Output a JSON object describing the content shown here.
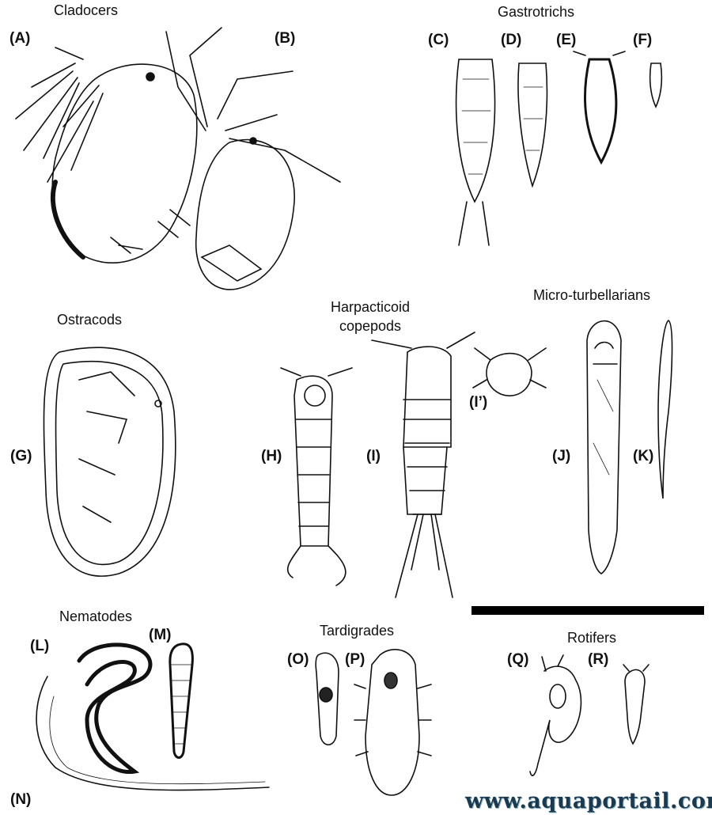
{
  "groups": {
    "cladocers": "Cladocers",
    "gastrotrichs": "Gastrotrichs",
    "ostracods": "Ostracods",
    "harpacticoid_line1": "Harpacticoid",
    "harpacticoid_line2": "copepods",
    "micro_turbellarians": "Micro-turbellarians",
    "nematodes": "Nematodes",
    "tardigrades": "Tardigrades",
    "rotifers": "Rotifers"
  },
  "panels": {
    "A": "(A)",
    "B": "(B)",
    "C": "(C)",
    "D": "(D)",
    "E": "(E)",
    "F": "(F)",
    "G": "(G)",
    "H": "(H)",
    "I": "(I)",
    "I_prime": "(I’)",
    "J": "(J)",
    "K": "(K)",
    "L": "(L)",
    "M": "(M)",
    "N": "(N)",
    "O": "(O)",
    "P": "(P)",
    "Q": "(Q)",
    "R": "(R)"
  },
  "watermark": "www.aquaportail.com"
}
